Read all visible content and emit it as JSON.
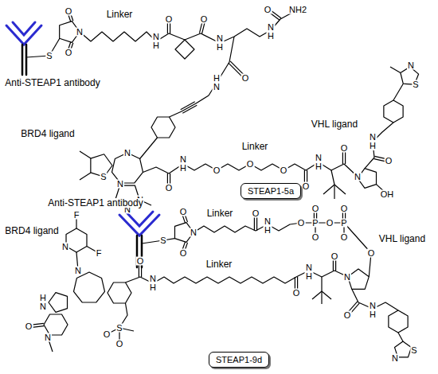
{
  "diagram": {
    "nodes": [
      {
        "text": [
          "STEAP1-5a"
        ]
      },
      {
        "text": [
          "STEAP1-9d"
        ]
      }
    ],
    "labels": [
      "Anti-STEAP1 antibody",
      "Linker",
      "S",
      "O",
      "N",
      "O",
      "N H",
      "O",
      "O",
      "N H",
      "O",
      "NH2",
      "N H",
      "O",
      "H N",
      "BRD4 ligand",
      "N",
      "S",
      "N",
      "N",
      "N",
      "O",
      "N H",
      "Linker",
      "O",
      "O",
      "O",
      "O",
      "N H",
      "O",
      "N",
      "OH",
      "O",
      "N H",
      "VHL ligand",
      "S",
      "N",
      "Anti-STEAP1 antibody",
      "Linker",
      "S",
      "O",
      "N",
      "O",
      "O",
      "N H",
      "O",
      "P",
      "O",
      "O",
      "O",
      "P",
      "O",
      "O",
      "O",
      "BRD4 ligand",
      "F",
      "F",
      "N",
      "N",
      "O",
      "N H",
      "Linker",
      "H N",
      "N",
      "O",
      "S",
      "O",
      "O",
      "O",
      "N H",
      "O",
      "N",
      "O",
      "N H",
      "VHL ligand",
      "S",
      "N"
    ]
  }
}
